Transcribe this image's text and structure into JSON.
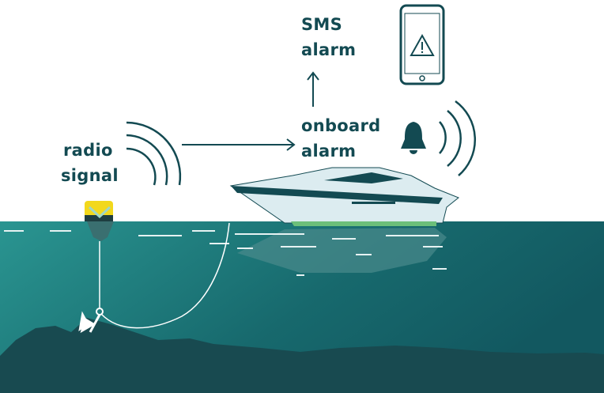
{
  "labels": {
    "radio": [
      "radio",
      "signal"
    ],
    "onboard": [
      "onboard",
      "alarm"
    ],
    "sms": [
      "SMS",
      "alarm"
    ]
  },
  "icons": [
    "phone-warning-icon",
    "bell-icon",
    "radio-waves-icon",
    "anchor-icon",
    "buoy-icon",
    "boat-icon"
  ],
  "colors": {
    "text": "#134a52",
    "water_left": "#2a9591",
    "water_right": "#125860",
    "seabed": "#184a50",
    "buoy": "#f2d81c",
    "hull_stripe": "#6cbf7a"
  }
}
